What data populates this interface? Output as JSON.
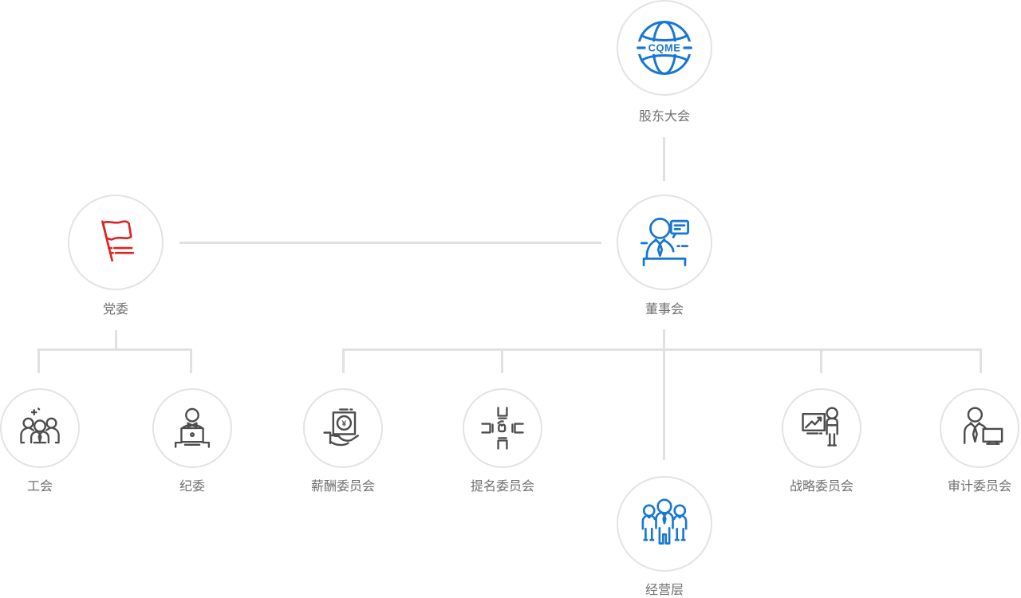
{
  "colors": {
    "blue": "#1877d2",
    "red": "#e02222",
    "dark": "#4d4d4d",
    "connector": "#e1e1e1",
    "circle_border": "#e3e3e3",
    "label_text": "#6f6f6f"
  },
  "org_chart": {
    "logo_text": "CQME",
    "currency_symbol": "¥",
    "nodes": [
      {
        "id": "shareholders-meeting",
        "label": "股东大会",
        "icon": "globe-cqme-icon",
        "color": "blue"
      },
      {
        "id": "party-committee",
        "label": "党委",
        "icon": "flag-icon",
        "color": "red"
      },
      {
        "id": "board-of-directors",
        "label": "董事会",
        "icon": "director-speech-icon",
        "color": "blue"
      },
      {
        "id": "labor-union",
        "label": "工会",
        "icon": "group-people-icon",
        "color": "dark"
      },
      {
        "id": "discipline-committee",
        "label": "纪委",
        "icon": "person-desk-icon",
        "color": "dark"
      },
      {
        "id": "remuneration-committee",
        "label": "薪酬委员会",
        "icon": "salary-hand-icon",
        "color": "dark"
      },
      {
        "id": "nomination-committee",
        "label": "提名委员会",
        "icon": "teamwork-hands-icon",
        "color": "dark"
      },
      {
        "id": "strategy-committee",
        "label": "战略委员会",
        "icon": "chart-presenter-icon",
        "color": "dark"
      },
      {
        "id": "audit-committee",
        "label": "审计委员会",
        "icon": "auditor-monitor-icon",
        "color": "dark"
      },
      {
        "id": "management-level",
        "label": "经营层",
        "icon": "team-standing-icon",
        "color": "blue"
      }
    ]
  }
}
